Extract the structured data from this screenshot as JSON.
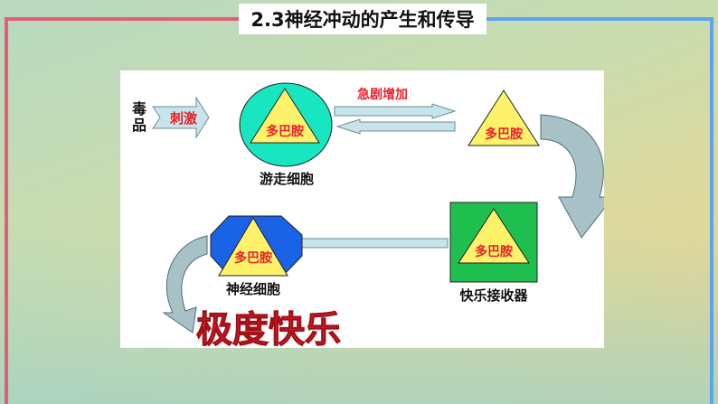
{
  "title": "2.3神经冲动的产生和传导",
  "diagram": {
    "drug": "毒品",
    "stimulate": "刺激",
    "dopamine": "多巴胺",
    "wandering_cell": "游走细胞",
    "sharp_increase": "急剧增加",
    "pleasure_receptor": "快乐接收器",
    "nerve_cell": "神经细胞",
    "extreme_pleasure": "极度快乐"
  },
  "colors": {
    "red_text": "#e8202a",
    "triangle": "#fdf26a",
    "circle": "#18e6c0",
    "receptor": "#1fbf4f",
    "octagon": "#1a63e6",
    "arrow_fill": "#c8e3ea"
  }
}
